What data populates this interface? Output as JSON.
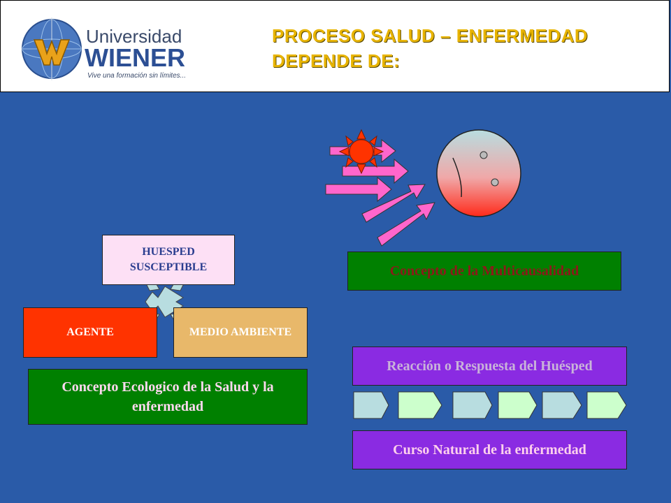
{
  "header": {
    "title_line1": "PROCESO SALUD – ENFERMEDAD",
    "title_line2": "DEPENDE DE:",
    "logo": {
      "name": "Universidad",
      "brand": "WIENER",
      "tagline": "Vive una formación sin límites...",
      "letter": "W"
    }
  },
  "ecological": {
    "host": "HUESPED SUSCEPTIBLE",
    "agent": "AGENTE",
    "environment": "MEDIO AMBIENTE",
    "concept": "Concepto Ecologico de la Salud y la enfermedad"
  },
  "multicausal": {
    "concept": "Concepto de la Multicausalidad"
  },
  "natural_course": {
    "reaction": "Reacción o Respuesta del Huésped",
    "course": "Curso Natural de la enfermedad",
    "chevrons": 6
  },
  "colors": {
    "background": "#2a5ba8",
    "title": "#e8b400",
    "green_box": "#008000",
    "purple_box": "#8a2be2",
    "agent": "#ff3300",
    "environment": "#e8b86a",
    "host": "#fde0f5",
    "arrows": "#ff66cc",
    "sun": "#ff3300"
  }
}
